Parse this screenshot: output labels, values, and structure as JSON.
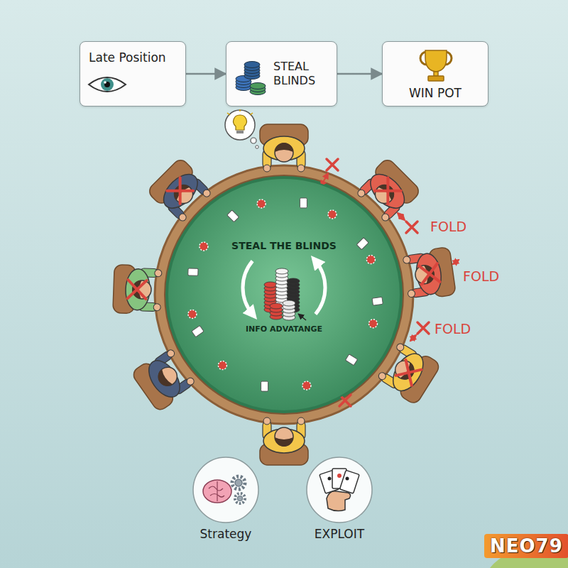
{
  "diagram": {
    "nodes": [
      {
        "text": [
          "Late Position"
        ]
      },
      {
        "text": [
          "STEAL BLINDS"
        ]
      },
      {
        "text": [
          "WIN POT"
        ]
      },
      {
        "text": [
          "STEAL THE BLINDS",
          "INFO ADVATANGE"
        ]
      },
      {
        "text": [
          "Strategy"
        ]
      },
      {
        "text": [
          "EXPLOIT"
        ]
      }
    ],
    "edges": [
      {
        "from": 0,
        "to": 1,
        "arrow": "to"
      },
      {
        "from": 1,
        "to": 2,
        "arrow": "to"
      }
    ],
    "labels": [
      "FOLD",
      "FOLD",
      "FOLD",
      "NEO79"
    ]
  }
}
